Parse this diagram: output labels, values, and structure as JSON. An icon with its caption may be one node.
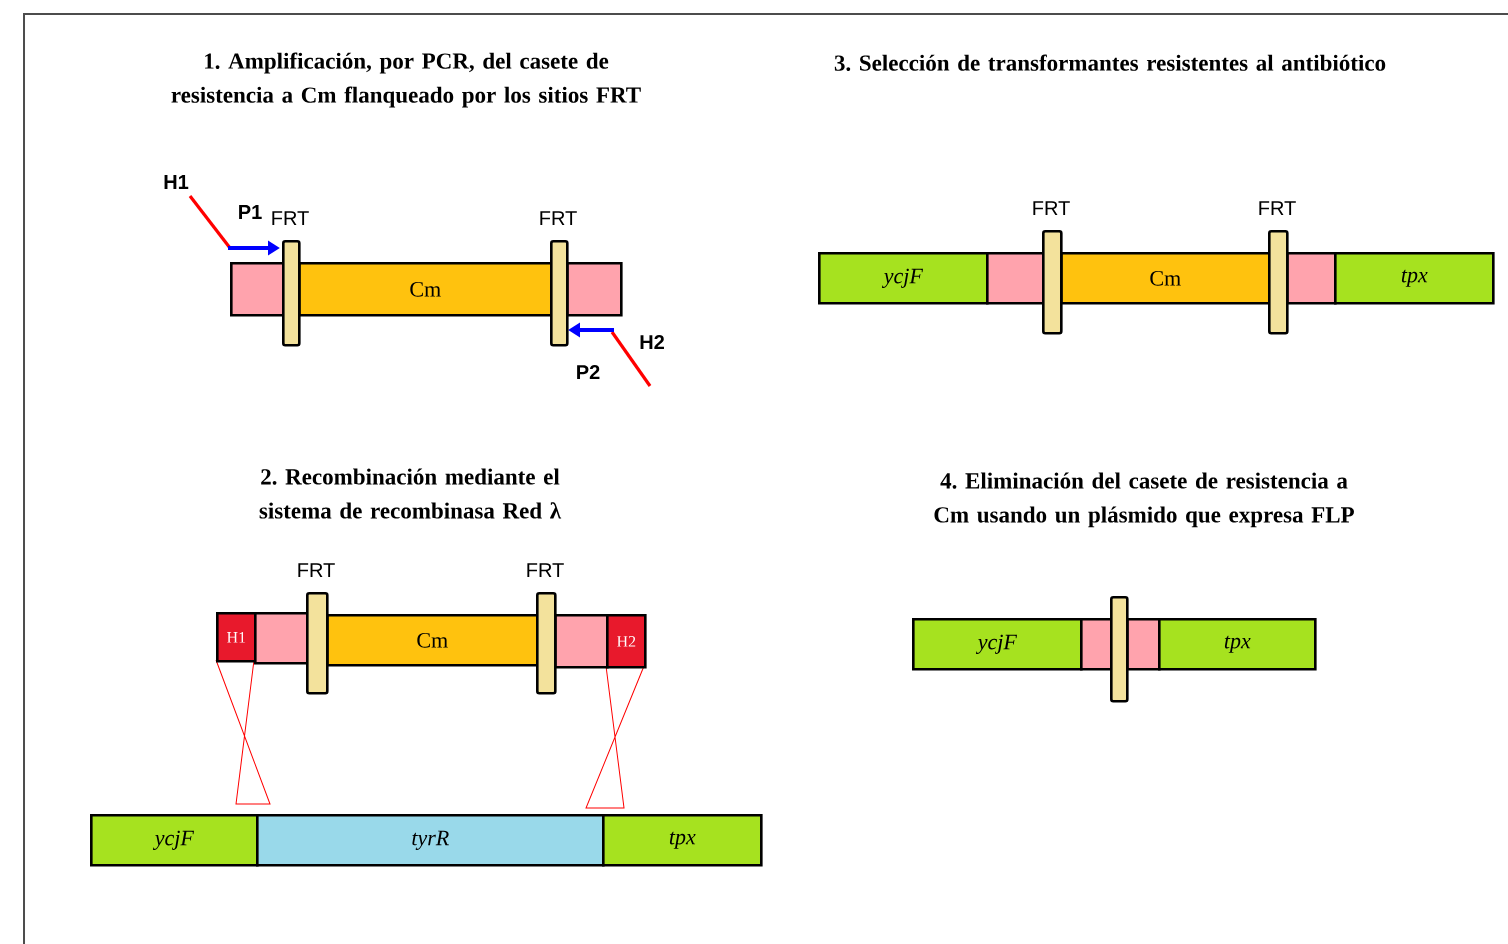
{
  "diagram": {
    "nodes": [
      {
        "text": [],
        "shape": "box"
      },
      {
        "text": [],
        "shape": "bar",
        "beside": [
          "FRT"
        ]
      },
      {
        "text": [
          "Cm"
        ]
      },
      {
        "text": [],
        "shape": "bar",
        "beside": [
          "FRT"
        ]
      },
      {
        "text": [],
        "shape": "box"
      },
      {
        "text": [
          "ycjF"
        ]
      },
      {
        "text": [],
        "shape": "box"
      },
      {
        "text": [],
        "shape": "bar",
        "beside": [
          "FRT"
        ]
      },
      {
        "text": [
          "Cm"
        ]
      },
      {
        "text": [],
        "shape": "bar",
        "beside": [
          "FRT"
        ]
      },
      {
        "text": [],
        "shape": "box"
      },
      {
        "text": [
          "tpx"
        ]
      },
      {
        "text": [
          "H1"
        ]
      },
      {
        "text": [],
        "shape": "box"
      },
      {
        "text": [],
        "shape": "bar",
        "beside": [
          "FRT"
        ]
      },
      {
        "text": [
          "Cm"
        ]
      },
      {
        "text": [],
        "shape": "bar",
        "beside": [
          "FRT"
        ]
      },
      {
        "text": [],
        "shape": "box"
      },
      {
        "text": [
          "H2"
        ]
      },
      {
        "text": [
          "ycjF"
        ]
      },
      {
        "text": [
          "tyrR"
        ]
      },
      {
        "text": [
          "tpx"
        ]
      },
      {
        "text": [
          "ycjF"
        ]
      },
      {
        "text": [],
        "shape": "box"
      },
      {
        "text": [],
        "shape": "bar"
      },
      {
        "text": [],
        "shape": "box"
      },
      {
        "text": [
          "tpx"
        ]
      }
    ],
    "labels": [
      "1. Amplificación, por PCR, del casete de resistencia a Cm flanqueado por los sitios FRT",
      "3. Selección de transformantes resistentes al antibiótico",
      "H1",
      "P1",
      "H2",
      "P2",
      "2. Recombinación mediante el sistema de recombinasa Red λ",
      "4. Eliminación del casete de resistencia a Cm usando un plásmido que expresa FLP"
    ]
  }
}
